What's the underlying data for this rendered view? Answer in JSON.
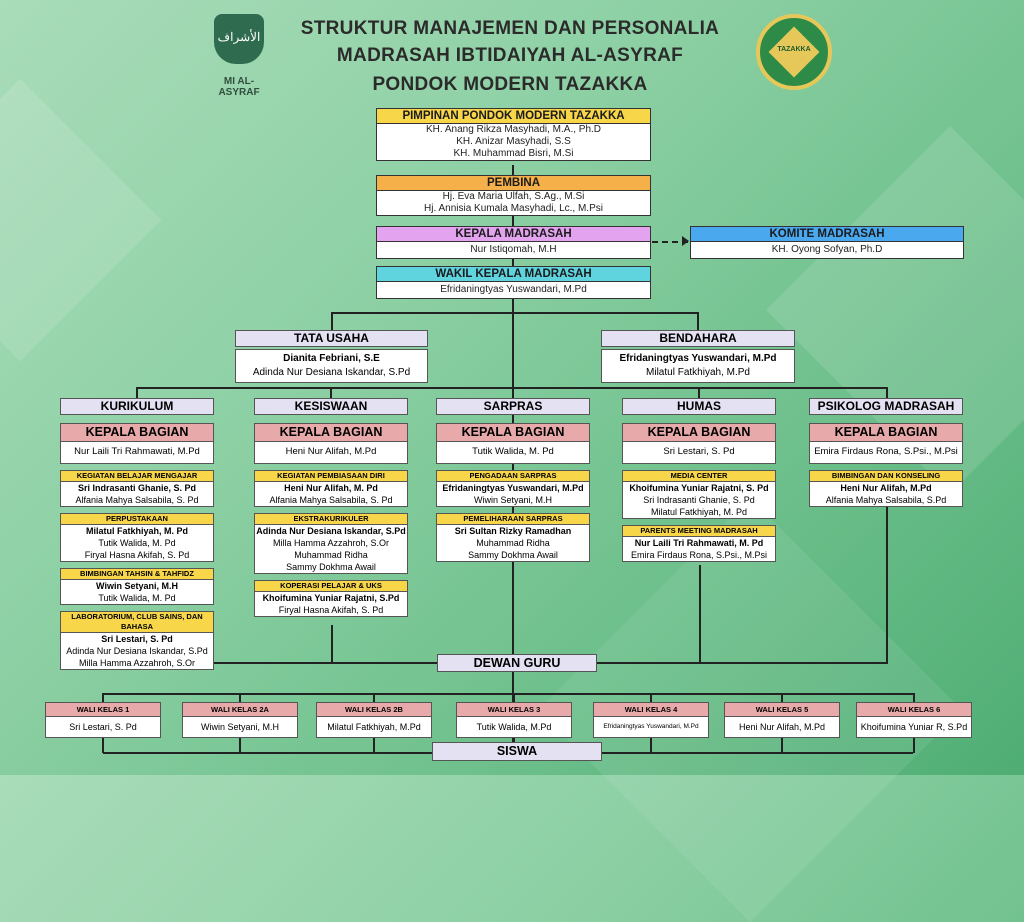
{
  "header": {
    "title_lines": [
      "STRUKTUR MANAJEMEN DAN PERSONALIA",
      "MADRASAH IBTIDAIYAH AL-ASYRAF",
      "PONDOK MODERN TAZAKKA"
    ],
    "left_logo": {
      "arabic": "الأشراف",
      "caption": "MI AL-ASYRAF"
    },
    "right_logo": {
      "text": "TAZAKKA"
    }
  },
  "pimpinan": {
    "title": "PIMPINAN PONDOK MODERN TAZAKKA",
    "members": [
      "KH. Anang Rikza Masyhadi, M.A., Ph.D",
      "KH. Anizar Masyhadi, S.S",
      "KH. Muhammad Bisri, M.Si"
    ]
  },
  "pembina": {
    "title": "PEMBINA",
    "members": [
      "Hj. Eva Maria Ulfah, S.Ag., M.Si",
      "Hj. Annisia Kumala Masyhadi, Lc., M.Psi"
    ]
  },
  "kepala": {
    "title": "KEPALA MADRASAH",
    "members": [
      "Nur Istiqomah, M.H"
    ]
  },
  "komite": {
    "title": "KOMITE MADRASAH",
    "members": [
      "KH. Oyong Sofyan, Ph.D"
    ]
  },
  "wakil": {
    "title": "WAKIL KEPALA MADRASAH",
    "members": [
      "Efridaningtyas Yuswandari, M.Pd"
    ]
  },
  "tata_usaha": {
    "title": "TATA USAHA",
    "members": [
      "Dianita Febriani, S.E",
      "Adinda Nur Desiana Iskandar, S.Pd"
    ]
  },
  "bendahara": {
    "title": "BENDAHARA",
    "members": [
      "Efridaningtyas Yuswandari, M.Pd",
      "Milatul Fatkhiyah, M.Pd"
    ]
  },
  "departments": [
    {
      "name": "KURIKULUM",
      "head_label": "KEPALA BAGIAN",
      "head": "Nur Laili Tri Rahmawati, M.Pd",
      "sections": [
        {
          "title": "KEGIATAN BELAJAR MENGAJAR",
          "members": [
            "Sri Indrasanti Ghanie, S. Pd",
            "Alfania Mahya Salsabila, S. Pd"
          ]
        },
        {
          "title": "PERPUSTAKAAN",
          "members": [
            "Milatul Fatkhiyah, M. Pd",
            "Tutik Walida, M. Pd",
            "Firyal Hasna Akifah, S. Pd"
          ]
        },
        {
          "title": "BIMBINGAN TAHSIN & TAHFIDZ",
          "members": [
            "Wiwin Setyani, M.H",
            "Tutik Walida, M. Pd"
          ]
        },
        {
          "title": "LABORATORIUM, CLUB SAINS, DAN BAHASA",
          "members": [
            "Sri Lestari, S. Pd",
            "Adinda Nur Desiana Iskandar, S.Pd",
            "Milla Hamma Azzahroh, S.Or"
          ]
        }
      ]
    },
    {
      "name": "KESISWAAN",
      "head_label": "KEPALA BAGIAN",
      "head": "Heni Nur Alifah, M.Pd",
      "sections": [
        {
          "title": "KEGIATAN PEMBIASAAN DIRI",
          "members": [
            "Heni Nur Alifah, M. Pd",
            "Alfania Mahya Salsabila, S. Pd"
          ]
        },
        {
          "title": "EKSTRAKURIKULER",
          "members": [
            "Adinda Nur Desiana Iskandar, S.Pd",
            "Milla Hamma Azzahroh, S.Or",
            "Muhammad Ridha",
            "Sammy Dokhma Awail"
          ]
        },
        {
          "title": "KOPERASI PELAJAR & UKS",
          "members": [
            "Khoifumina Yuniar Rajatni, S.Pd",
            "Firyal Hasna Akifah, S. Pd"
          ]
        }
      ]
    },
    {
      "name": "SARPRAS",
      "head_label": "KEPALA BAGIAN",
      "head": "Tutik Walida, M. Pd",
      "sections": [
        {
          "title": "PENGADAAN SARPRAS",
          "members": [
            "Efridaningtyas Yuswandari, M.Pd",
            "Wiwin Setyani, M.H"
          ]
        },
        {
          "title": "PEMELIHARAAN SARPRAS",
          "members": [
            "Sri Sultan Rizky Ramadhan",
            "Muhammad Ridha",
            "Sammy Dokhma Awail"
          ]
        }
      ]
    },
    {
      "name": "HUMAS",
      "head_label": "KEPALA BAGIAN",
      "head": "Sri Lestari, S. Pd",
      "sections": [
        {
          "title": "MEDIA CENTER",
          "members": [
            "Khoifumina Yuniar Rajatni, S. Pd",
            "Sri Indrasanti Ghanie, S. Pd",
            "Milatul Fatkhiyah, M. Pd"
          ]
        },
        {
          "title": "PARENTS MEETING MADRASAH",
          "members": [
            "Nur Laili Tri Rahmawati, M. Pd",
            "Emira Firdaus Rona, S.Psi., M.Psi"
          ]
        }
      ]
    },
    {
      "name": "PSIKOLOG MADRASAH",
      "head_label": "KEPALA BAGIAN",
      "head": "Emira Firdaus Rona, S.Psi., M.Psi",
      "sections": [
        {
          "title": "BIMBINGAN DAN KONSELING",
          "members": [
            "Heni Nur Alifah, M.Pd",
            "Alfania Mahya Salsabila, S.Pd"
          ]
        }
      ]
    }
  ],
  "dewan_guru": "DEWAN GURU",
  "wali_kelas": [
    {
      "title": "WALI KELAS 1",
      "name": "Sri Lestari, S. Pd"
    },
    {
      "title": "WALI KELAS 2A",
      "name": "Wiwin Setyani, M.H"
    },
    {
      "title": "WALI KELAS 2B",
      "name": "Milatul Fatkhiyah, M.Pd"
    },
    {
      "title": "WALI KELAS 3",
      "name": "Tutik Walida, M.Pd"
    },
    {
      "title": "WALI KELAS 4",
      "name": "Efridaningtyas Yuswandari, M.Pd"
    },
    {
      "title": "WALI KELAS 5",
      "name": "Heni Nur Alifah, M.Pd"
    },
    {
      "title": "WALI KELAS 6",
      "name": "Khoifumina Yuniar R, S.Pd"
    }
  ],
  "siswa": "SISWA",
  "colors": {
    "pimpinan": "#f7d64a",
    "pembina": "#f6b04a",
    "kepala": "#e3a3ef",
    "komite": "#4aa8ef",
    "wakil": "#5fd3de",
    "kepala_bagian": "#e7a9a9",
    "section": "#f7d64a",
    "dept": "#e4e2f2"
  }
}
